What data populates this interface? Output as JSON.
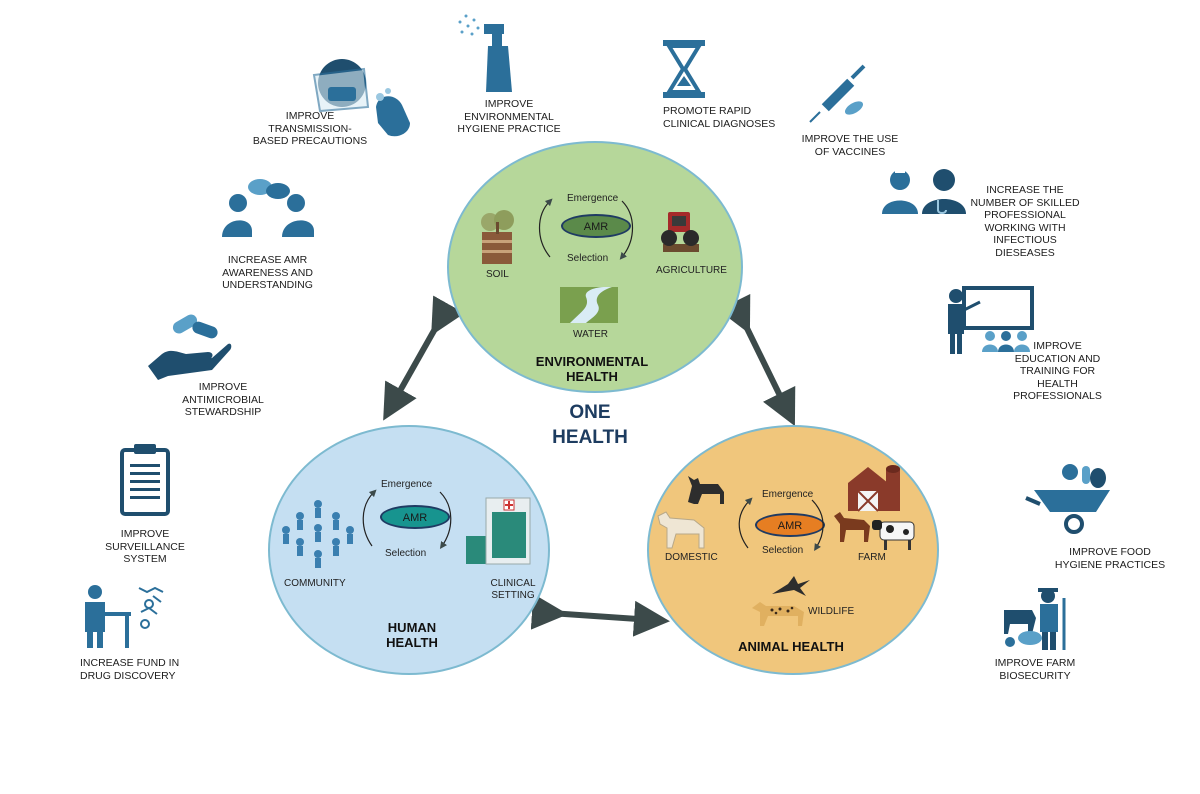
{
  "center_title": [
    "ONE",
    "HEALTH"
  ],
  "colors": {
    "env_circle": "#b6d79a",
    "human_circle": "#c5dff2",
    "animal_circle": "#f0c67c",
    "circle_border": "#7dbad0",
    "icon_blue": "#2b6f9a",
    "icon_dark": "#1f4e6e",
    "arrow": "#3c4a4a",
    "title_navy": "#1d3c60"
  },
  "environmental": {
    "title": [
      "ENVIRONMENTAL",
      "HEALTH"
    ],
    "emergence": "Emergence",
    "amr": "AMR",
    "selection": "Selection",
    "soil": "SOIL",
    "agriculture": "AGRICULTURE",
    "water": "WATER",
    "amr_color": "#5b8a4a"
  },
  "human": {
    "title": [
      "HUMAN",
      "HEALTH"
    ],
    "emergence": "Emergence",
    "amr": "AMR",
    "selection": "Selection",
    "community": "COMMUNITY",
    "clinical": [
      "CLINICAL",
      "SETTING"
    ],
    "amr_color": "#17948f"
  },
  "animal": {
    "title": "ANIMAL HEALTH",
    "emergence": "Emergence",
    "amr": "AMR",
    "selection": "Selection",
    "domestic": "DOMESTIC",
    "farm": "FARM",
    "wildlife": "WILDLIFE",
    "amr_color": "#e67e22"
  },
  "actions": {
    "transmission": [
      "IMPROVE",
      "TRANSMISSION-",
      "BASED PRECAUTIONS"
    ],
    "hygiene_env": [
      "IMPROVE",
      "ENVIRONMENTAL",
      "HYGIENE PRACTICE"
    ],
    "rapid_diag": [
      "PROMOTE RAPID",
      "CLINICAL DIAGNOSES"
    ],
    "vaccines": [
      "IMPROVE THE USE",
      "OF VACCINES"
    ],
    "skilled": [
      "INCREASE THE",
      "NUMBER OF SKILLED",
      "PROFESSIONAL",
      "WORKING WITH",
      "INFECTIOUS",
      "DIESEASES"
    ],
    "awareness": [
      "INCREASE AMR",
      "AWARENESS AND",
      "UNDERSTANDING"
    ],
    "education": [
      "IMPROVE",
      "EDUCATION  AND",
      "TRAINING FOR",
      "HEALTH",
      "PROFESSIONALS"
    ],
    "stewardship": [
      "IMPROVE",
      "ANTIMICROBIAL",
      "STEWARDSHIP"
    ],
    "surveillance": [
      "IMPROVE",
      "SURVEILLANCE",
      "SYSTEM"
    ],
    "food_hygiene": [
      "IMPROVE FOOD",
      "HYGIENE PRACTICES"
    ],
    "drug_discovery": [
      "INCREASE FUND IN",
      "DRUG DISCOVERY"
    ],
    "farm_biosecurity": [
      "IMPROVE FARM",
      "BIOSECURITY"
    ]
  },
  "icons": [
    "face-shield-icon",
    "spray-bottle-icon",
    "hourglass-icon",
    "syringe-icon",
    "doctors-icon",
    "conversation-icon",
    "teacher-icon",
    "pills-hand-icon",
    "clipboard-icon",
    "wheelbarrow-icon",
    "scientist-icon",
    "farmer-icon"
  ]
}
